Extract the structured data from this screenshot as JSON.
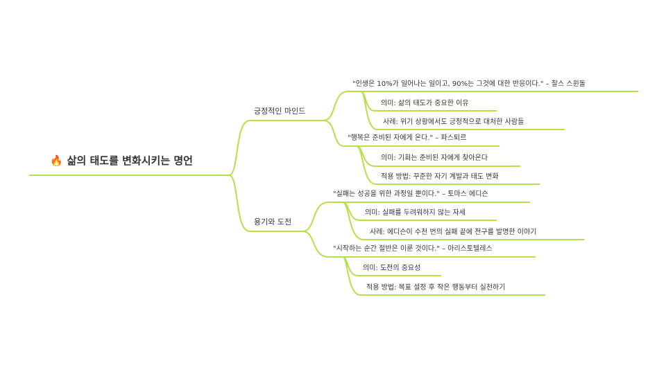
{
  "colors": {
    "line": "#b5e04a",
    "text": "#333333",
    "background": "#ffffff"
  },
  "root": {
    "icon": "fire-icon",
    "icon_glyph": "🔥",
    "title": "삶의 태도를 변화시키는 명언"
  },
  "branches": [
    {
      "label": "긍정적인 마인드",
      "quotes": [
        {
          "text": "\"인생은 10%가 일어나는 일이고, 90%는 그것에 대한 반응이다.\" – 찰스 스윈돌",
          "details": [
            "의미: 삶의 태도가 중요한 이유",
            "사례: 위기 상황에서도 긍정적으로 대처한 사람들"
          ]
        },
        {
          "text": "\"행복은 준비된 자에게 온다.\" – 파스퇴르",
          "details": [
            "의미: 기회는 준비된 자에게 찾아온다",
            "적용 방법: 꾸준한 자기 계발과 태도 변화"
          ]
        }
      ]
    },
    {
      "label": "용기와 도전",
      "quotes": [
        {
          "text": "\"실패는 성공을 위한 과정일 뿐이다.\" – 토마스 에디슨",
          "details": [
            "의미: 실패를 두려워하지 않는 자세",
            "사례: 에디슨이 수천 번의 실패 끝에 전구를 발명한 이야기"
          ]
        },
        {
          "text": "\"시작하는 순간 절반은 이룬 것이다.\" – 아리스토텔레스",
          "details": [
            "의미: 도전의 중요성",
            "적용 방법: 목표 설정 후 작은 행동부터 실천하기"
          ]
        }
      ]
    }
  ]
}
